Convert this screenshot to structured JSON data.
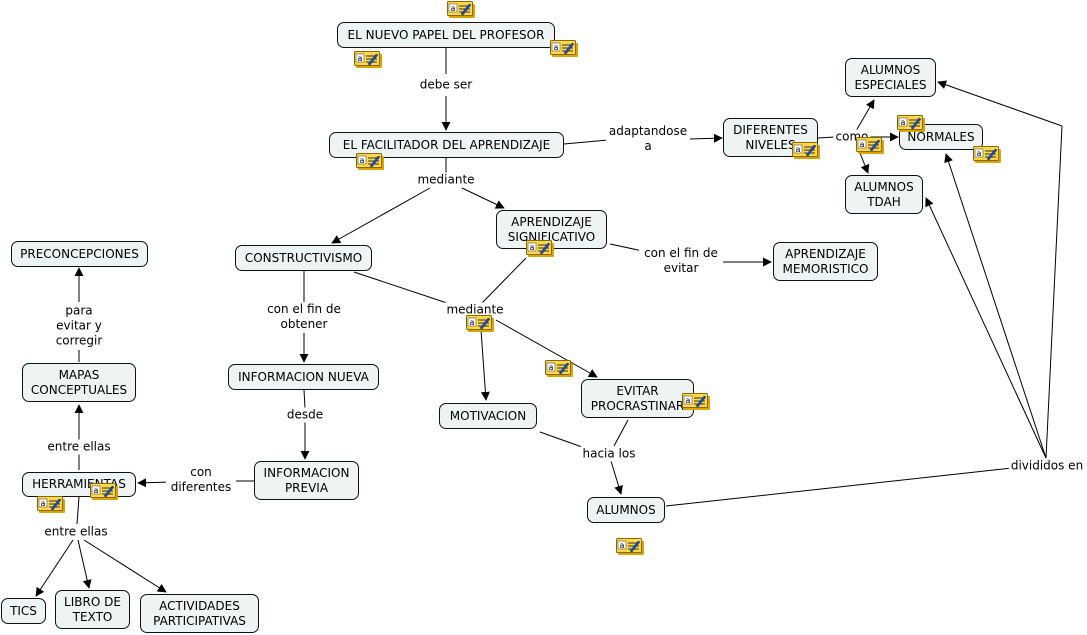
{
  "concepts": {
    "nuevo_papel": "EL NUEVO PAPEL DEL PROFESOR",
    "facilitador": "EL FACILITADOR DEL APRENDIZAJE",
    "diferentes_niveles": "DIFERENTES NIVELES",
    "especiales": "ALUMNOS ESPECIALES",
    "normales": "NORMALES",
    "tdah": "ALUMNOS TDAH",
    "constructivismo": "CONSTRUCTIVISMO",
    "significativo": "APRENDIZAJE SIGNIFICATIVO",
    "memoristico": "APRENDIZAJE MEMORISTICO",
    "preconcepciones": "PRECONCEPCIONES",
    "mapas": "MAPAS CONCEPTUALES",
    "info_nueva": "INFORMACION NUEVA",
    "motivacion": "MOTIVACION",
    "procrastinar": "EVITAR PROCRASTINAR",
    "info_previa": "INFORMACION PREVIA",
    "herramientas": "HERRAMIENTAS",
    "alumnos": "ALUMNOS",
    "tics": "TICS",
    "libro": "LIBRO DE TEXTO",
    "actividades": "ACTIVIDADES PARTICIPATIVAS"
  },
  "links": {
    "debe_ser": "debe ser",
    "adaptandose": "adaptandose a",
    "como": "como",
    "mediante_1": "mediante",
    "con_el_fin_evitar": "con el fin de evitar",
    "con_el_fin_obtener": "con el fin de obtener",
    "mediante_2": "mediante",
    "para_evitar": "para evitar y corregir",
    "desde": "desde",
    "entre_ellas_1": "entre ellas",
    "con_diferentes": "con diferentes",
    "hacia_los": "hacia los",
    "divididos_en": "divididos en",
    "entre_ellas_2": "entre ellas"
  },
  "colors": {
    "node_fill": "#eef3f4",
    "line": "#000000",
    "resource_icon": "#f5c518"
  },
  "resource_icon_name": "text-resource-icon"
}
